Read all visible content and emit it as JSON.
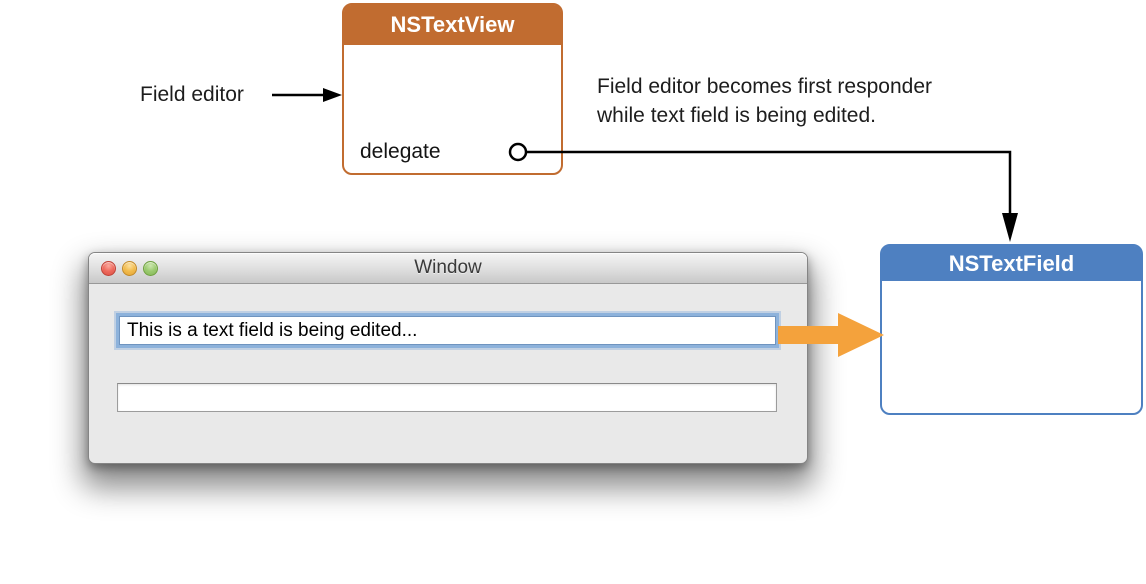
{
  "colors": {
    "orange_box": "#C16C30",
    "blue_box": "#4E80C1",
    "arrow_orange": "#F4A23C",
    "focus_ring": "#8DB2DB",
    "connector_black": "#000000"
  },
  "nstextview_box": {
    "title": "NSTextView",
    "outlet_label": "delegate"
  },
  "nstextfield_box": {
    "title": "NSTextField"
  },
  "labels": {
    "field_editor": "Field editor"
  },
  "annotation": {
    "lines": [
      "Field editor becomes first responder",
      "while text field is being edited."
    ]
  },
  "window": {
    "title": "Window",
    "traffic_lights": [
      "close",
      "minimize",
      "zoom"
    ],
    "textfield_focused": {
      "value": "This is a text field is being edited..."
    },
    "textfield_empty": {
      "value": ""
    }
  }
}
